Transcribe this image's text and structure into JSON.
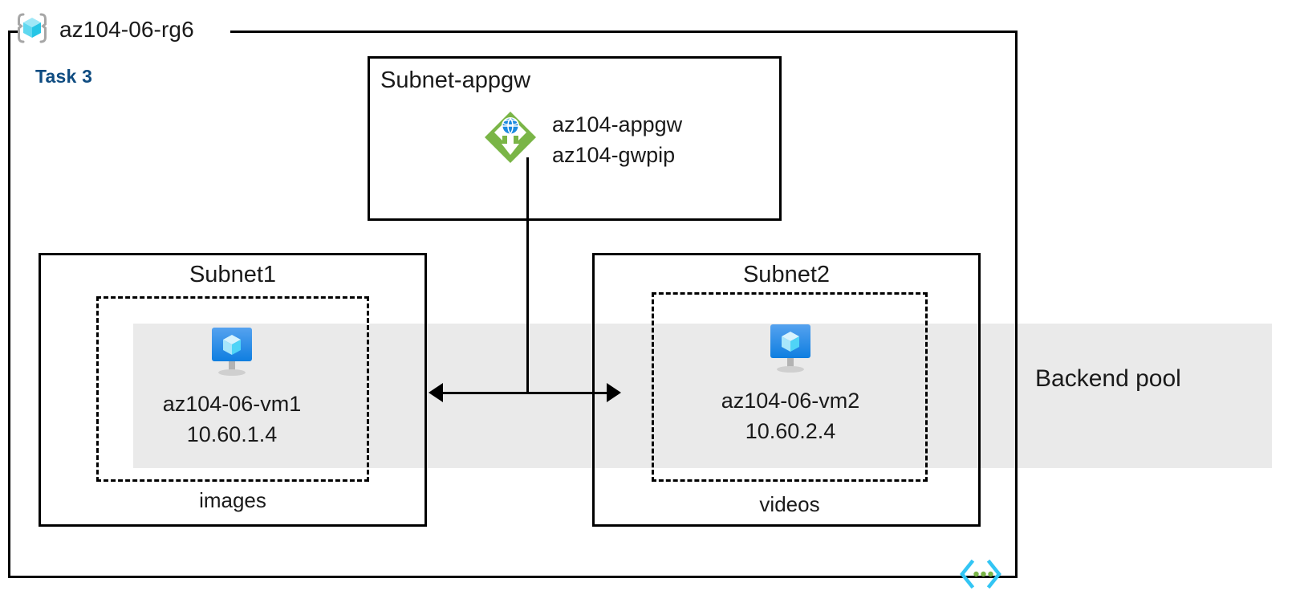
{
  "diagram": {
    "resource_group": {
      "name": "az104-06-rg6",
      "icon": "resource-group-icon"
    },
    "task_label": "Task 3",
    "colors": {
      "task_label": "#0f4c81",
      "band": "#eaeaea",
      "border": "#000000",
      "appgw_green": "#7ab547",
      "vm_blue": "#0f7ee0",
      "rg_cube_cyan": "#32d3f5"
    },
    "backend_pool": {
      "label": "Backend pool"
    },
    "subnets": [
      {
        "id": "subnet-appgw",
        "title": "Subnet-appgw",
        "title_align": "left",
        "resources": [
          {
            "icon": "application-gateway-icon",
            "lines": [
              "az104-appgw",
              "az104-gwpip"
            ]
          }
        ]
      },
      {
        "id": "subnet1",
        "title": "Subnet1",
        "title_align": "center",
        "dashed_group_caption": "images",
        "resources": [
          {
            "icon": "virtual-machine-icon",
            "name": "az104-06-vm1",
            "ip": "10.60.1.4"
          }
        ]
      },
      {
        "id": "subnet2",
        "title": "Subnet2",
        "title_align": "center",
        "dashed_group_caption": "videos",
        "resources": [
          {
            "icon": "virtual-machine-icon",
            "name": "az104-06-vm2",
            "ip": "10.60.2.4"
          }
        ]
      }
    ],
    "connectors": [
      {
        "type": "vertical-line",
        "from": "subnet-appgw",
        "to": "vm-link-bus"
      },
      {
        "type": "double-arrow",
        "from": "subnet1",
        "to": "subnet2"
      }
    ],
    "footer_icon": "code-brackets-icon"
  }
}
